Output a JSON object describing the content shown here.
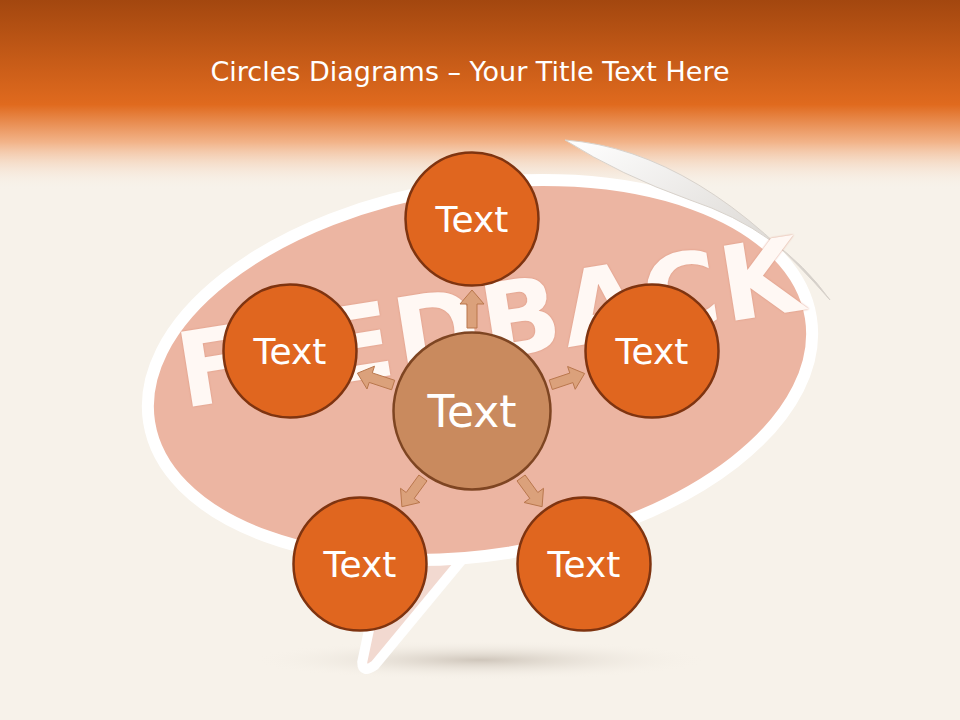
{
  "diagram": {
    "title": "Circles Diagrams – Your Title Text Here",
    "nodes": [
      {
        "text": [
          "Text"
        ]
      },
      {
        "text": [
          "Text"
        ]
      },
      {
        "text": [
          "Text"
        ]
      },
      {
        "text": [
          "Text"
        ]
      },
      {
        "text": [
          "Text"
        ]
      },
      {
        "text": [
          "Text"
        ]
      }
    ],
    "edges": [
      {
        "from": 0,
        "to": 1,
        "arrow": "to"
      },
      {
        "from": 0,
        "to": 2,
        "arrow": "to"
      },
      {
        "from": 0,
        "to": 3,
        "arrow": "to"
      },
      {
        "from": 0,
        "to": 4,
        "arrow": "to"
      },
      {
        "from": 0,
        "to": 5,
        "arrow": "to"
      }
    ],
    "labels": [
      "FEEDBACK"
    ]
  }
}
